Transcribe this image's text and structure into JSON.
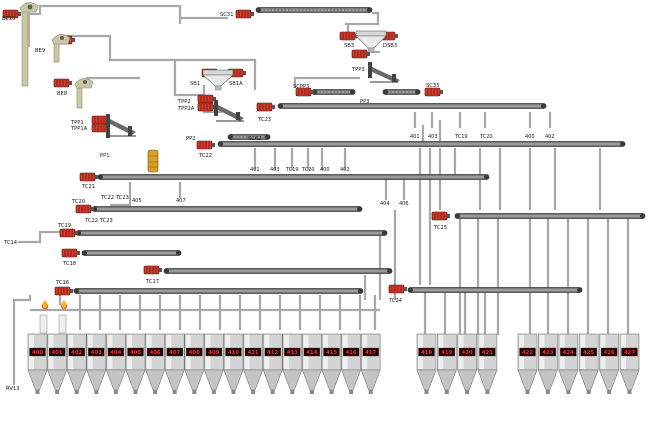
{
  "colors": {
    "background": "#ffffff",
    "pipe": "#a8a8a8",
    "conveyor_dark": "#3a3a3a",
    "conveyor_mid": "#7a7a7a",
    "motor": "#d23a2a",
    "motor_dark": "#3a0a0a",
    "silo_body": "#d4d4d4",
    "silo_label_bg": "#1a0000",
    "silo_label_text": "#ff2a2a",
    "elevator": "#c8c8a8",
    "fire": "#e8461a"
  },
  "elevators": [
    {
      "label": "BE10",
      "icon": "bucket-elevator-icon"
    },
    {
      "label": "BE9",
      "icon": "bucket-elevator-icon"
    },
    {
      "label": "BE8",
      "icon": "bucket-elevator-icon"
    }
  ],
  "conveyors": {
    "SC31": "SC31",
    "SB3": "SB3",
    "DSB3": "DSB3",
    "TPP3": "TPP3",
    "SCPP3": "SCPP3",
    "SC35": "SC35",
    "PP3": "PP3",
    "SB1": "SB1",
    "SB1A": "SB1A",
    "TPP2": "TPP2",
    "TPP2A": "TPP2A",
    "TC23": "TC23",
    "TPP1": "TPP1",
    "TPP1A": "TPP1A",
    "PP2": "PP2",
    "SC62": "SC62",
    "TC22": "TC22",
    "PP1": "PP1",
    "TC21": "TC21",
    "TC20": "TC20",
    "TC22TC23": "TC22 TC23",
    "TC19": "TC19",
    "TC22TC23b": "TC22 TC23",
    "TC14": "TC14",
    "TC18": "TC18",
    "TC17": "TC17",
    "TC16": "TC16",
    "TC25": "TC25",
    "TC24": "TC24",
    "RV13": "RV13"
  },
  "pipe_labels": {
    "tc23_401": "401",
    "tc23_403": "403",
    "tc23_tc19": "TC19",
    "tc23_tc20": "TC20",
    "tc23_400": "400",
    "tc23_402": "402",
    "tc22_401": "401",
    "tc22_403": "403",
    "tc22_tc19": "TC19",
    "tc22_tc20": "TC20",
    "tc22_400": "400",
    "tc22_402": "402",
    "tc21_405": "405",
    "tc21_407": "407",
    "tc21_404": "404",
    "tc21_406": "406"
  },
  "silos_left": [
    "400",
    "401",
    "402",
    "403",
    "404",
    "405",
    "406",
    "407",
    "408",
    "409",
    "410",
    "411",
    "412",
    "413",
    "414",
    "415",
    "416",
    "417"
  ],
  "silos_mid": [
    "418",
    "419",
    "420",
    "421"
  ],
  "silos_right": [
    "422",
    "423",
    "424",
    "425",
    "426",
    "427"
  ]
}
